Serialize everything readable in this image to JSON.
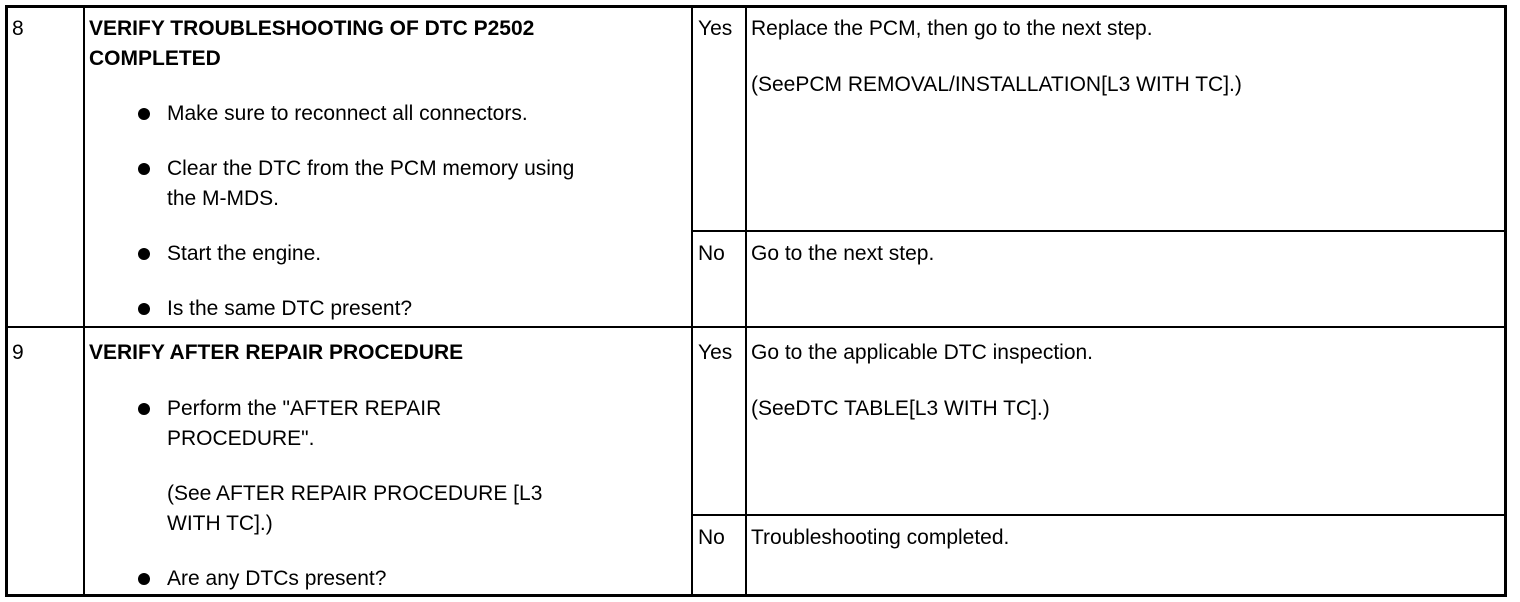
{
  "rows": [
    {
      "step": "8",
      "title_line1": "VERIFY TROUBLESHOOTING OF DTC P2502",
      "title_line2": "COMPLETED",
      "bullets": [
        "Make sure to reconnect all connectors.",
        "Clear the DTC from the PCM memory using",
        "the M-MDS.",
        "Start the engine.",
        "Is the same DTC present?"
      ],
      "yes_label": "Yes",
      "yes_action": "Replace the PCM, then go to the next step.",
      "yes_ref": "(SeePCM REMOVAL/INSTALLATION[L3 WITH TC].)",
      "no_label": "No",
      "no_action": "Go to the next step."
    },
    {
      "step": "9",
      "title_line1": "VERIFY AFTER REPAIR PROCEDURE",
      "bullets": [
        "Perform the \"AFTER REPAIR",
        "PROCEDURE\".",
        "(See AFTER REPAIR PROCEDURE [L3",
        "WITH TC].)",
        "Are any DTCs present?"
      ],
      "yes_label": "Yes",
      "yes_action": "Go to the applicable DTC inspection.",
      "yes_ref": "(SeeDTC TABLE[L3 WITH TC].)",
      "no_label": "No",
      "no_action": "Troubleshooting completed."
    }
  ]
}
